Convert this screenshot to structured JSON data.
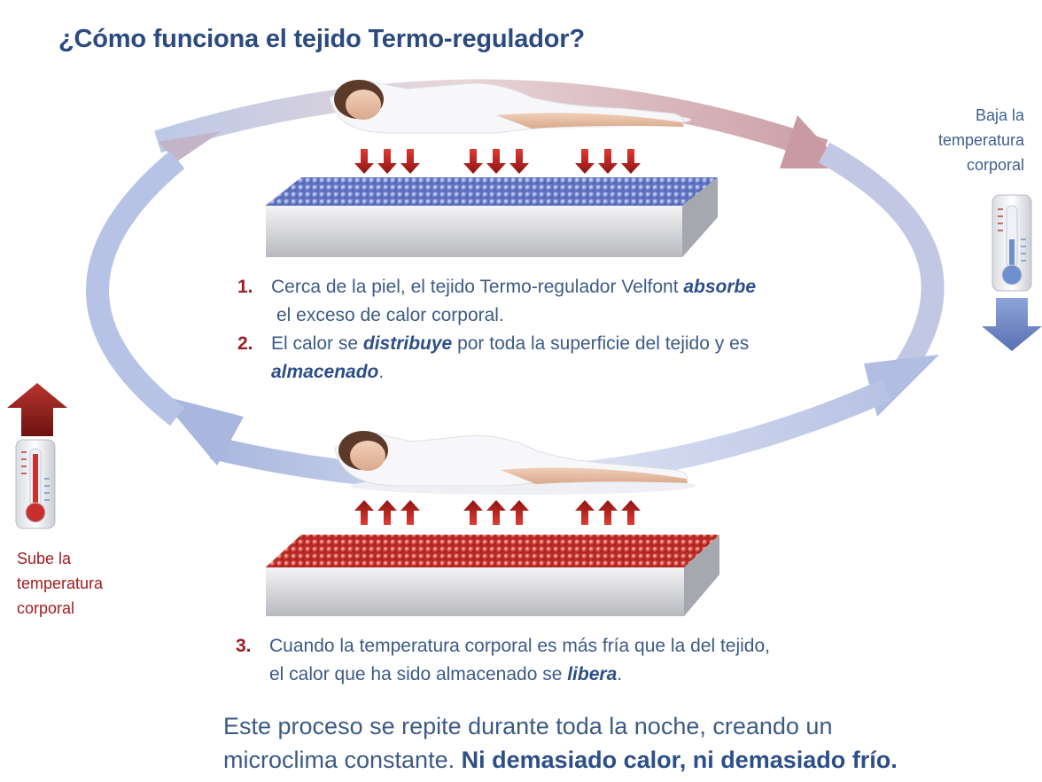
{
  "title": "¿Cómo funciona el tejido Termo-regulador?",
  "right_label": [
    "Baja la",
    "temperatura",
    "corporal"
  ],
  "left_label": [
    "Sube la",
    "temperatura",
    "corporal"
  ],
  "steps": [
    {
      "num": "1.",
      "pre": "Cerca de la piel, el tejido Termo-regulador Velfont ",
      "em": "absorbe",
      "cont": "el exceso de calor corporal."
    },
    {
      "num": "2.",
      "pre": "El calor se ",
      "em": "distribuye",
      "post": " por toda la superficie del tejido y es",
      "em2": "almacenado",
      "end": "."
    },
    {
      "num": "3.",
      "line1": "Cuando la temperatura corporal es más fría que la del tejido,",
      "pre": "el calor que ha sido almacenado se ",
      "em": "libera",
      "end": "."
    }
  ],
  "footer": {
    "line1": "Este proceso se repite durante toda la noche, creando un",
    "line2_pre": "microclima constante. ",
    "line2_bold": "Ni demasiado calor, ni demasiado frío."
  },
  "colors": {
    "title": "#2b4a80",
    "text": "#3c5a86",
    "accent_red": "#a11c20",
    "cool_blue": "#6f8fce",
    "warm_red": "#c8302e"
  },
  "icons": [
    "woman-sleeping-icon",
    "heat-down-arrow-icon",
    "heat-up-arrow-icon",
    "thermometer-cool-icon",
    "thermometer-hot-icon",
    "cycle-arrow-icon"
  ]
}
